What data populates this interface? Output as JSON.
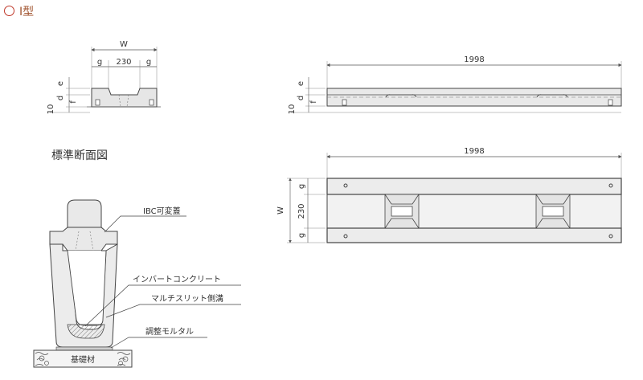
{
  "title": "I型",
  "section_heading": "標準断面図",
  "small_section": {
    "width_label": "W",
    "g_left": "g",
    "center_width": "230",
    "g_right": "g",
    "dims_vertical": [
      "e",
      "f",
      "d",
      "10"
    ]
  },
  "side_view": {
    "length": "1998",
    "dims_vertical": [
      "e",
      "f",
      "d",
      "10"
    ]
  },
  "plan_view": {
    "length": "1998",
    "width_label": "W",
    "dims_vertical": [
      "g",
      "230",
      "g"
    ]
  },
  "callouts": {
    "cover": "IBC可変蓋",
    "invert": "インバートコンクリート",
    "gutter": "マルチスリット側溝",
    "mortar": "調整モルタル",
    "base": "基礎材"
  }
}
